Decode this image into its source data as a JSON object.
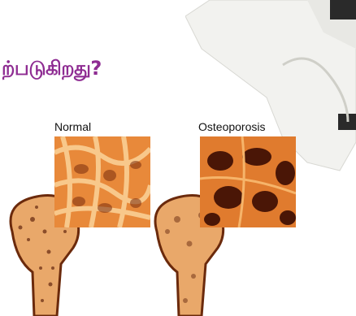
{
  "title": "ற்படுகிறது?",
  "panels": [
    {
      "label": "Normal",
      "illustration": "normal-bone-microstructure"
    },
    {
      "label": "Osteoporosis",
      "illustration": "osteoporotic-bone-microstructure"
    }
  ],
  "colors": {
    "title": "#8e2c92",
    "bone_orange": "#d9712a",
    "bone_light": "#f6b46a",
    "trabecula_dark": "#5a1e08",
    "femur_outline": "#6b2a0c"
  }
}
